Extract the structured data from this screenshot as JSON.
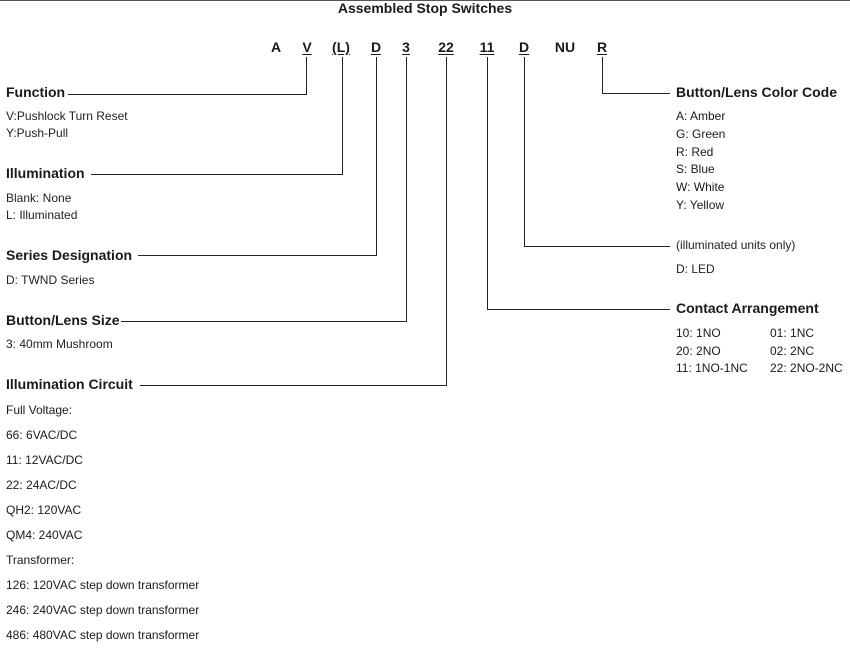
{
  "title": "Assembled Stop Switches",
  "code_parts": [
    "A",
    "V",
    "(L)",
    "D",
    "3",
    "22",
    "11",
    "D",
    "NU",
    "R"
  ],
  "function": {
    "heading": "Function",
    "items": [
      "V:Pushlock Turn Reset",
      "Y:Push-Pull"
    ]
  },
  "illumination": {
    "heading": "Illumination",
    "items": [
      "Blank: None",
      "L: Illuminated"
    ]
  },
  "series": {
    "heading": "Series Designation",
    "items": [
      "D: TWND Series"
    ]
  },
  "size": {
    "heading": "Button/Lens Size",
    "items": [
      "3: 40mm Mushroom"
    ]
  },
  "circuit": {
    "heading": "Illumination Circuit",
    "items": [
      "Full Voltage:",
      "66: 6VAC/DC",
      "11: 12VAC/DC",
      "22: 24AC/DC",
      "QH2: 120VAC",
      "QM4: 240VAC",
      "Transformer:",
      "126: 120VAC step down transformer",
      "246: 240VAC step down transformer",
      "486: 480VAC step down transformer"
    ]
  },
  "color": {
    "heading": "Button/Lens Color Code",
    "items": [
      "A:  Amber",
      "G:  Green",
      "R:  Red",
      "S:  Blue",
      "W: White",
      "Y:  Yellow"
    ]
  },
  "led": {
    "note": "(illuminated units only)",
    "value": "D: LED"
  },
  "contact": {
    "heading": "Contact Arrangement",
    "cells": [
      "10:  1NO",
      "01:  1NC",
      "20:  2NO",
      "02:  2NC",
      "11:  1NO-1NC",
      "22:  2NO-2NC"
    ]
  }
}
